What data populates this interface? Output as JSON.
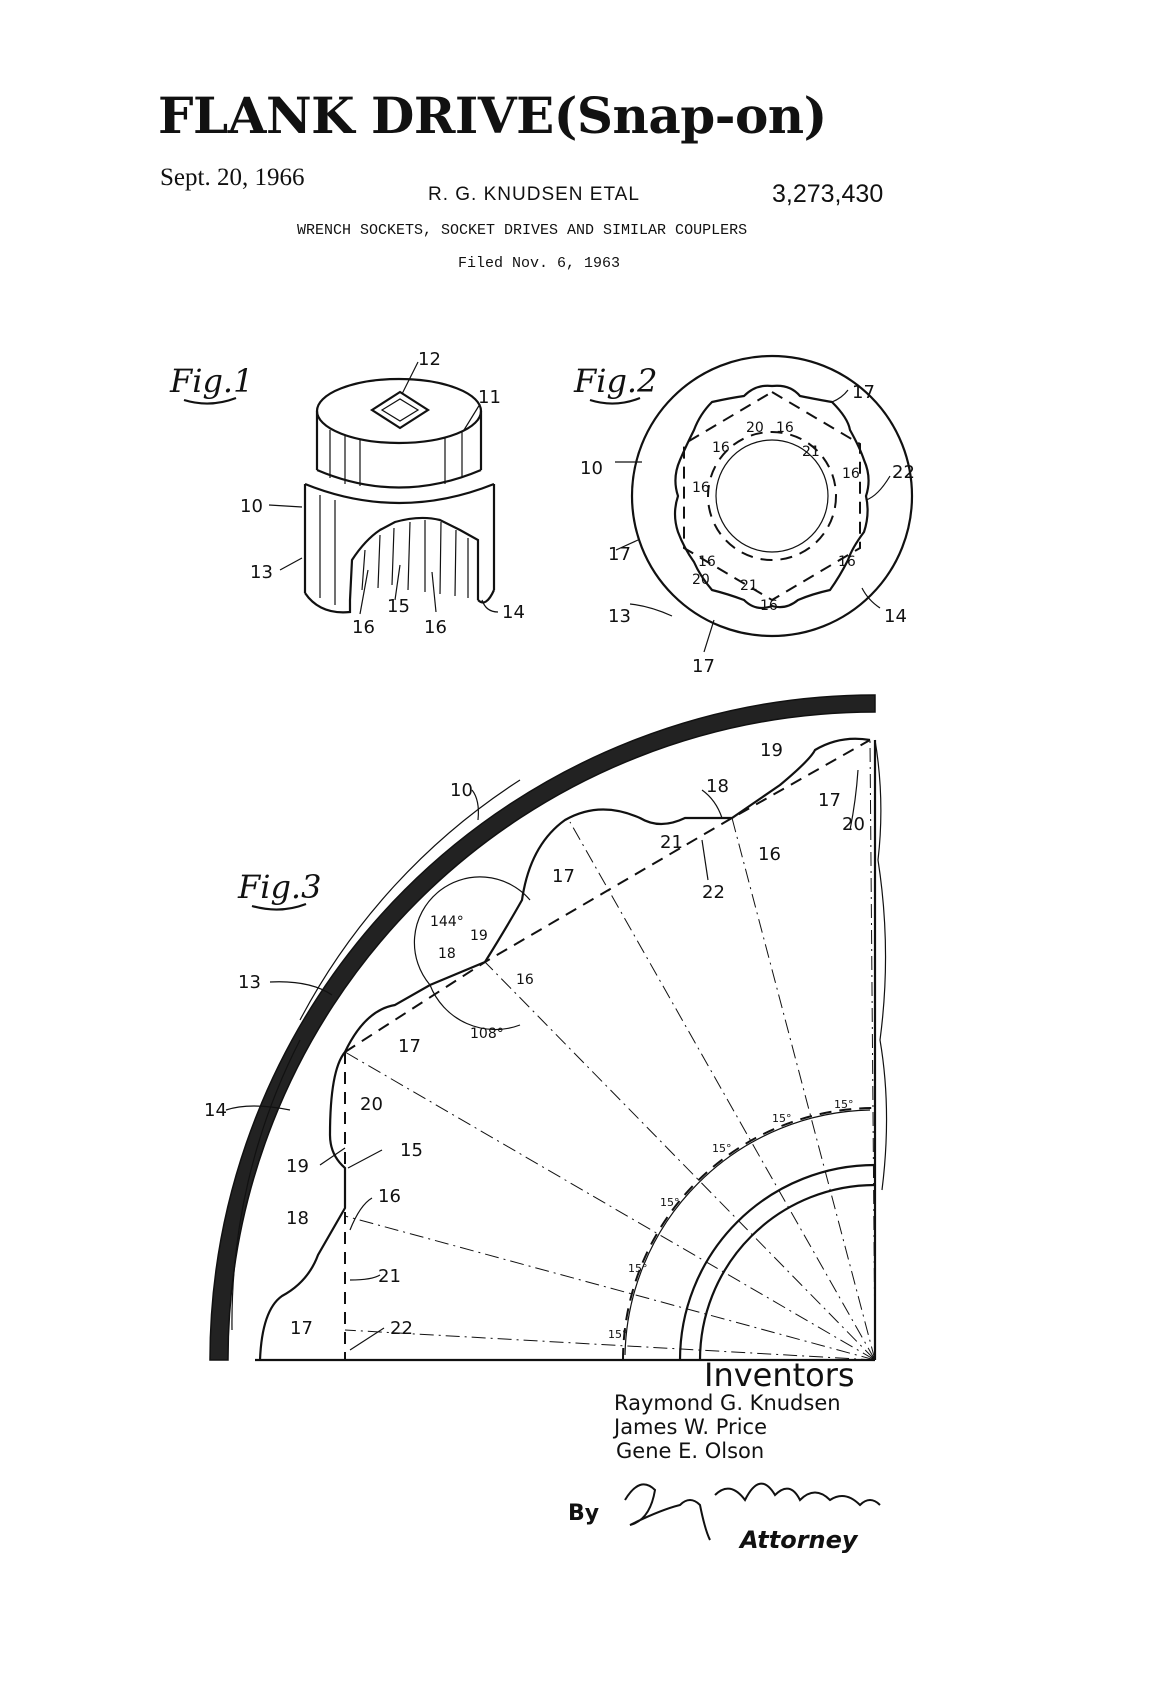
{
  "title": "FLANK DRIVE(Snap-on)",
  "patent": {
    "date": "Sept. 20, 1966",
    "inventor_line": "R. G. KNUDSEN ETAL",
    "number": "3,273,430",
    "subject": "WRENCH SOCKETS, SOCKET DRIVES AND SIMILAR COUPLERS",
    "filed": "Filed Nov. 6, 1963"
  },
  "fig1": {
    "title": "Fig.1",
    "labels": {
      "l12": "12",
      "l11": "11",
      "l10": "10",
      "l13": "13",
      "l16a": "16",
      "l15": "15",
      "l16b": "16",
      "l14": "14"
    }
  },
  "fig2": {
    "title": "Fig.2",
    "labels": {
      "l17a": "17",
      "l20a": "20",
      "l16a": "16",
      "l16b": "16",
      "l10": "10",
      "l21a": "21",
      "l16c": "16",
      "l22": "22",
      "l16d": "16",
      "l17b": "17",
      "l16e": "16",
      "l20b": "20",
      "l21b": "21",
      "l16f": "16",
      "l16g": "16",
      "l13": "13",
      "l14": "14",
      "l17c": "17"
    }
  },
  "fig3": {
    "title": "Fig.3",
    "labels": {
      "l19a": "19",
      "l18a": "18",
      "l17a": "17",
      "l20a": "20",
      "l10": "10",
      "l21a": "21",
      "l16a": "16",
      "l17b": "17",
      "l22a": "22",
      "l144": "144°",
      "l19b": "19",
      "l18b": "18",
      "l16b": "16",
      "l13": "13",
      "l17c": "17",
      "l108": "108°",
      "l14": "14",
      "l20b": "20",
      "l15": "15",
      "l19c": "19",
      "l16c": "16",
      "l18c": "18",
      "l21b": "21",
      "l17d": "17",
      "l22b": "22"
    },
    "angles": [
      "15°",
      "15°",
      "15°",
      "15°",
      "15°",
      "15°"
    ]
  },
  "inventors": {
    "heading": "Inventors",
    "names": [
      "Raymond G. Knudsen",
      "James W. Price",
      "Gene E. Olson"
    ],
    "by": "By",
    "attorney": "Attorney"
  }
}
